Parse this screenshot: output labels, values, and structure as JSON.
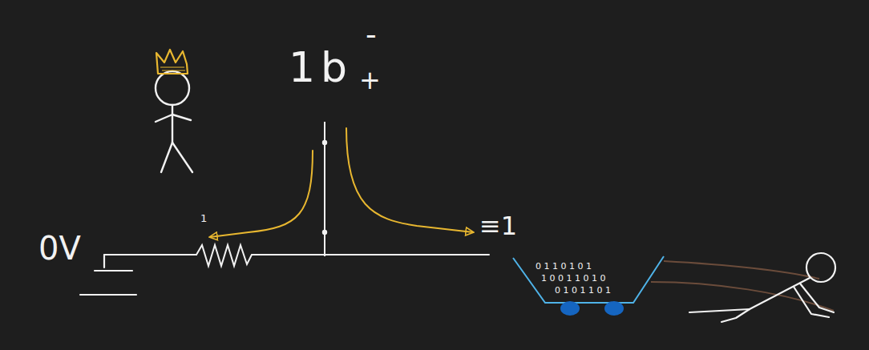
{
  "diagram": {
    "labels": [
      "0V",
      "1",
      "1",
      "b",
      "-",
      "+",
      "≡1",
      "0 1 1 0 1 0 1",
      "1 0 0 1 1 0 1 0",
      "0 1 0 1 1 0 1"
    ]
  }
}
